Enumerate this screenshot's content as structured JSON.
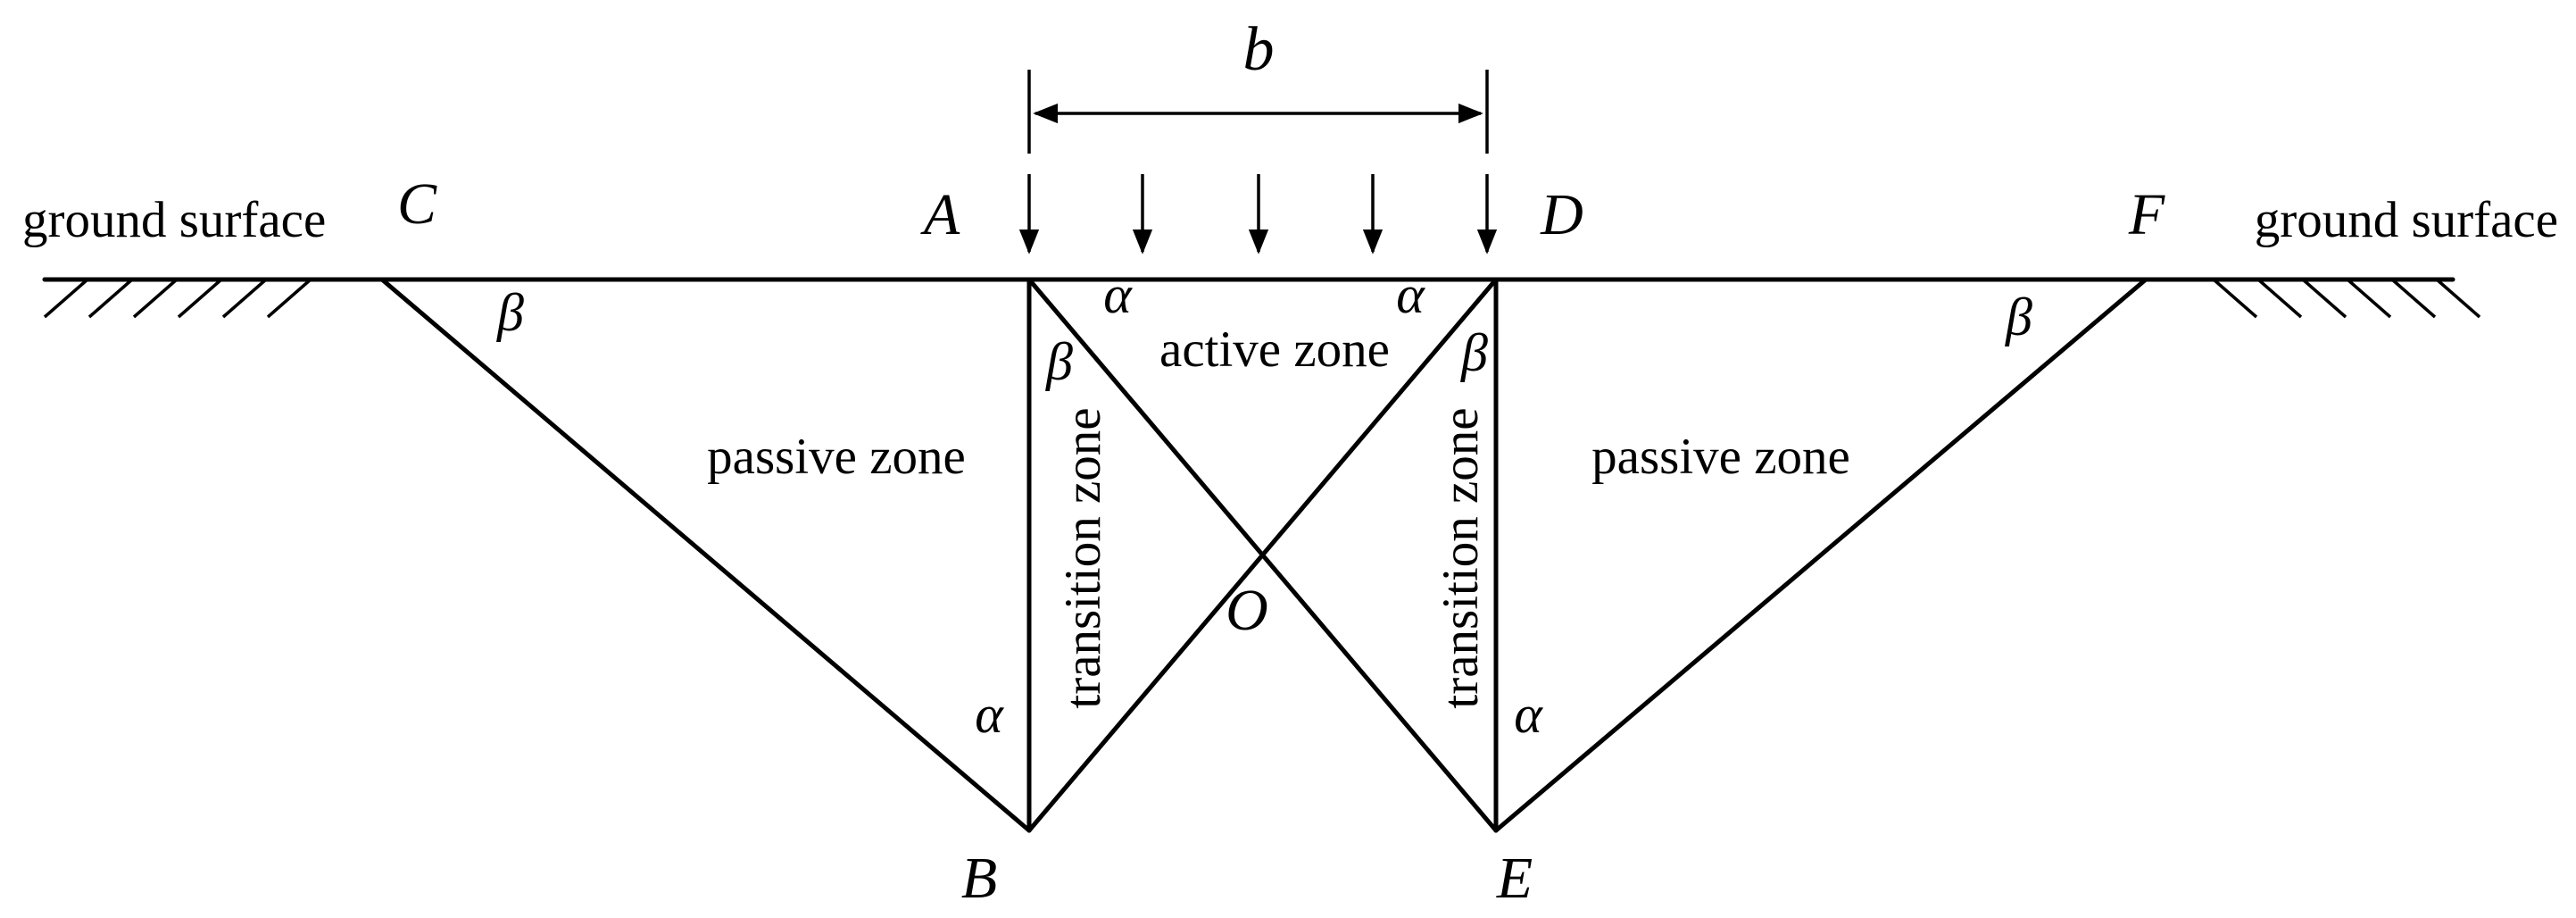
{
  "ground_surface_left": "ground surface",
  "ground_surface_right": "ground surface",
  "points": {
    "A": "A",
    "B": "B",
    "C": "C",
    "D": "D",
    "E": "E",
    "F": "F",
    "O": "O"
  },
  "width_label": "b",
  "zones": {
    "active": "active zone",
    "passive_left": "passive zone",
    "passive_right": "passive zone",
    "transition_left": "transition zone",
    "transition_right": "transition zone"
  },
  "angles": {
    "alpha": "α",
    "beta": "β"
  }
}
